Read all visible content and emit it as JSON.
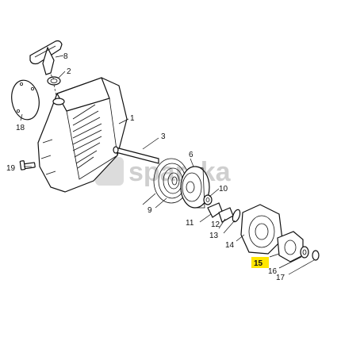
{
  "watermark": "spareka",
  "highlight_color": "#ffe600",
  "callouts": [
    {
      "id": "1",
      "label": "1"
    },
    {
      "id": "2",
      "label": "2"
    },
    {
      "id": "3",
      "label": "3"
    },
    {
      "id": "6",
      "label": "6"
    },
    {
      "id": "8",
      "label": "8"
    },
    {
      "id": "9",
      "label": "9"
    },
    {
      "id": "10",
      "label": "10"
    },
    {
      "id": "11",
      "label": "11"
    },
    {
      "id": "12",
      "label": "12"
    },
    {
      "id": "13",
      "label": "13"
    },
    {
      "id": "14",
      "label": "14"
    },
    {
      "id": "15",
      "label": "15",
      "highlighted": true
    },
    {
      "id": "16",
      "label": "16"
    },
    {
      "id": "17",
      "label": "17"
    },
    {
      "id": "18",
      "label": "18"
    },
    {
      "id": "19",
      "label": "19"
    }
  ]
}
